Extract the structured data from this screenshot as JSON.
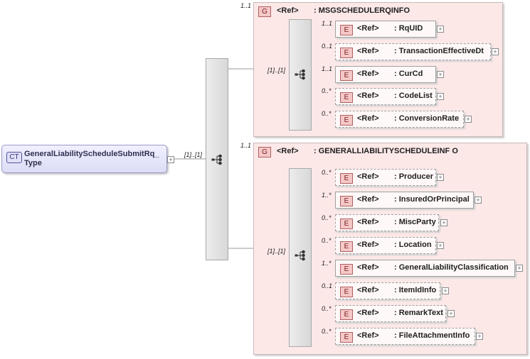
{
  "complex_type": {
    "badge": "CT",
    "name": "GeneralLiabilityScheduleSubmitRq_ Type"
  },
  "main_sequence": {
    "cardinality": "[1]..[1]"
  },
  "groups": [
    {
      "cardinality": "1..1",
      "badge": "G",
      "ref_label": "<Ref>",
      "name": ": MSGSCHEDULERQINFO",
      "sequence_cardinality": "[1]..[1]",
      "elements": [
        {
          "card": "1..1",
          "ref": "<Ref>",
          "name": ": RqUID"
        },
        {
          "card": "0..1",
          "ref": "<Ref>",
          "name": ": TransactionEffectiveDt"
        },
        {
          "card": "1..1",
          "ref": "<Ref>",
          "name": ": CurCd"
        },
        {
          "card": "0..*",
          "ref": "<Ref>",
          "name": ": CodeList"
        },
        {
          "card": "0..*",
          "ref": "<Ref>",
          "name": ": ConversionRate"
        }
      ]
    },
    {
      "cardinality": "1..1",
      "badge": "G",
      "ref_label": "<Ref>",
      "name": ": GENERALLIABILITYSCHEDULEINF O",
      "sequence_cardinality": "[1]..[1]",
      "elements": [
        {
          "card": "0..*",
          "ref": "<Ref>",
          "name": ": Producer"
        },
        {
          "card": "1..*",
          "ref": "<Ref>",
          "name": ": InsuredOrPrincipal"
        },
        {
          "card": "0..*",
          "ref": "<Ref>",
          "name": ": MiscParty"
        },
        {
          "card": "0..*",
          "ref": "<Ref>",
          "name": ": Location"
        },
        {
          "card": "1..*",
          "ref": "<Ref>",
          "name": ": GeneralLiabilityClassification"
        },
        {
          "card": "0..1",
          "ref": "<Ref>",
          "name": ": ItemIdInfo"
        },
        {
          "card": "0..*",
          "ref": "<Ref>",
          "name": ": RemarkText"
        },
        {
          "card": "0..*",
          "ref": "<Ref>",
          "name": ": FileAttachmentInfo"
        }
      ]
    }
  ],
  "element_badge": "E",
  "expand_symbol": "+"
}
